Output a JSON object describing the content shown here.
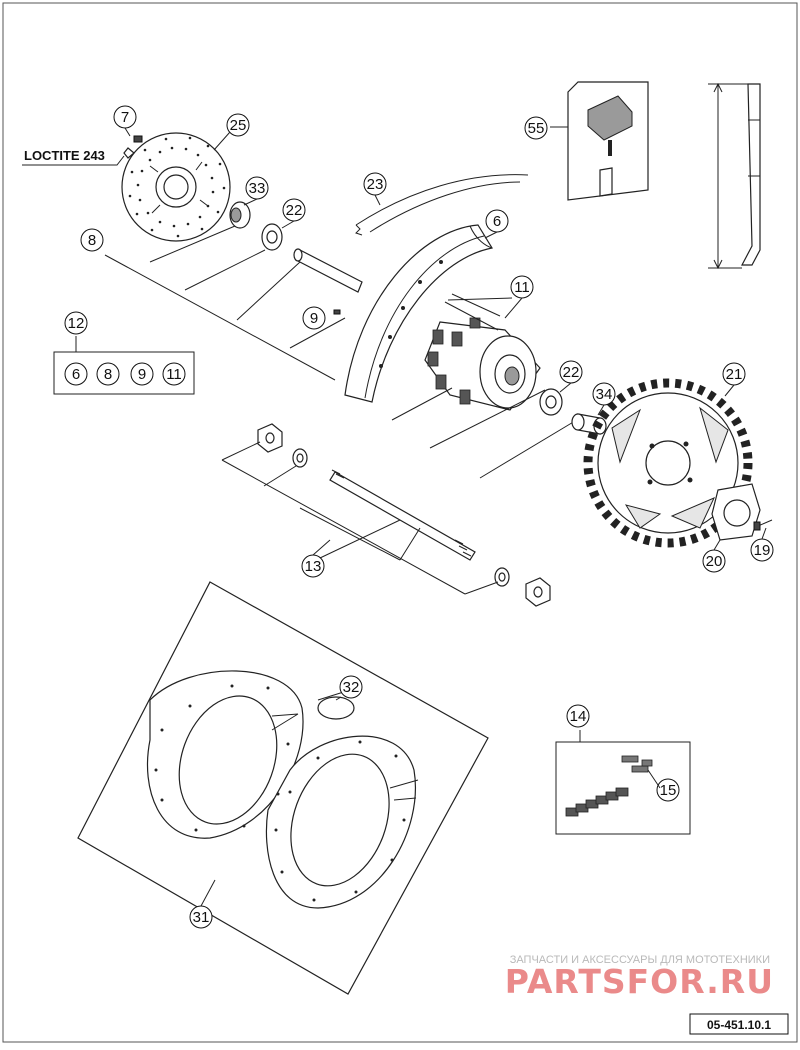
{
  "diagram": {
    "part_labels": [
      "7",
      "25",
      "33",
      "22",
      "8",
      "9",
      "23",
      "6",
      "11",
      "12",
      "22",
      "34",
      "21",
      "55",
      "13",
      "20",
      "19",
      "32",
      "14",
      "15",
      "31"
    ],
    "kit_labels": [
      "6",
      "8",
      "9",
      "11"
    ],
    "note": "LOCTITE 243",
    "watermark_caption": "ЗАПЧАСТИ И АКСЕССУАРЫ ДЛЯ МОТОТЕХНИКИ",
    "watermark_logo": "PARTSFOR.RU",
    "drawing_code": "05-451.10.1"
  }
}
